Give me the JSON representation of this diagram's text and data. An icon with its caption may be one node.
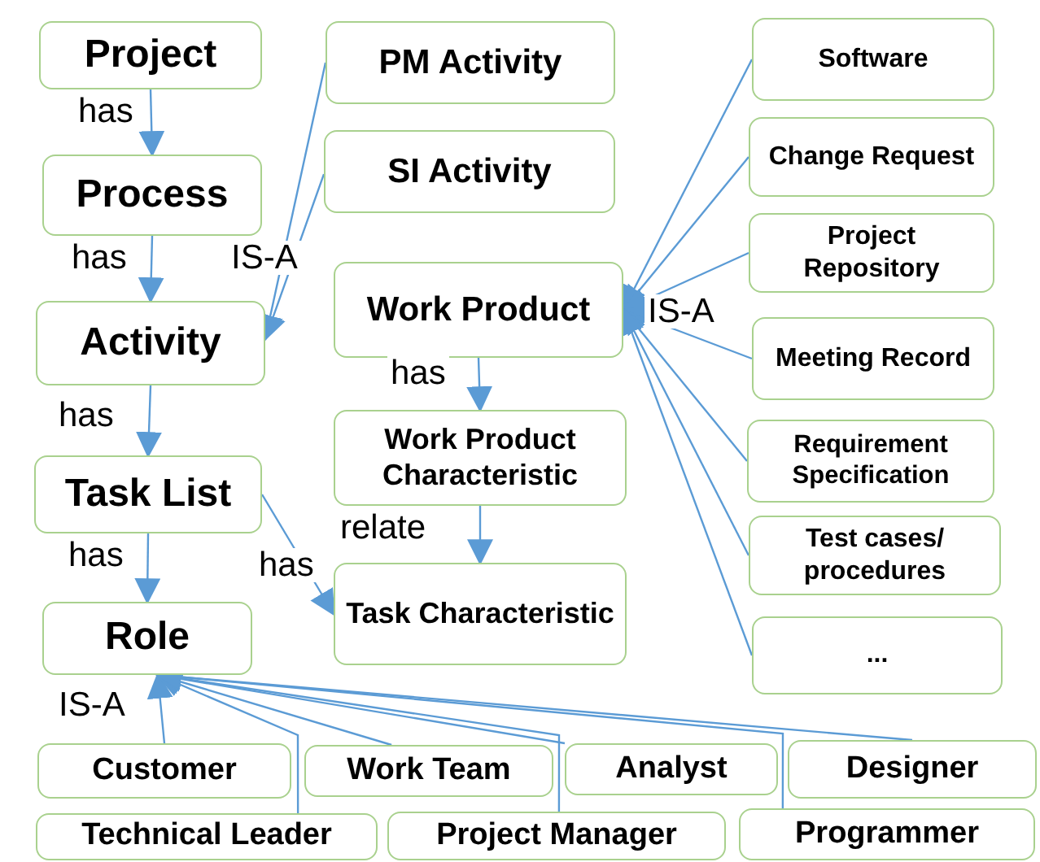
{
  "diagram": {
    "nodes": [
      {
        "text": [
          "Project"
        ]
      },
      {
        "text": [
          "Process"
        ]
      },
      {
        "text": [
          "Activity"
        ]
      },
      {
        "text": [
          "Task List"
        ]
      },
      {
        "text": [
          "Role"
        ]
      },
      {
        "text": [
          "PM Activity"
        ]
      },
      {
        "text": [
          "SI Activity"
        ]
      },
      {
        "text": [
          "Work Product"
        ]
      },
      {
        "text": [
          "Work Product Characteristic"
        ]
      },
      {
        "text": [
          "Task Characteristic"
        ]
      },
      {
        "text": [
          "Software"
        ]
      },
      {
        "text": [
          "Change Request"
        ]
      },
      {
        "text": [
          "Project Repository"
        ]
      },
      {
        "text": [
          "Meeting Record"
        ]
      },
      {
        "text": [
          "Requirement Specification"
        ]
      },
      {
        "text": [
          "Test cases/ procedures"
        ]
      },
      {
        "text": [
          "..."
        ]
      },
      {
        "text": [
          "Customer"
        ]
      },
      {
        "text": [
          "Work Team"
        ]
      },
      {
        "text": [
          "Analyst"
        ]
      },
      {
        "text": [
          "Designer"
        ]
      },
      {
        "text": [
          "Technical Leader"
        ]
      },
      {
        "text": [
          "Project Manager"
        ]
      },
      {
        "text": [
          "Programmer"
        ]
      }
    ],
    "edges": [
      {
        "from": 0,
        "to": 1,
        "arrow": "to",
        "label": "has"
      },
      {
        "from": 1,
        "to": 2,
        "arrow": "to",
        "label": "has"
      },
      {
        "from": 2,
        "to": 3,
        "arrow": "to",
        "label": "has"
      },
      {
        "from": 3,
        "to": 4,
        "arrow": "to",
        "label": "has"
      },
      {
        "from": 5,
        "to": 2,
        "arrow": "to",
        "label": "IS-A"
      },
      {
        "from": 6,
        "to": 2,
        "arrow": "to"
      },
      {
        "from": 7,
        "to": 8,
        "arrow": "to",
        "label": "has"
      },
      {
        "from": 8,
        "to": 9,
        "arrow": "to",
        "label": "relate"
      },
      {
        "from": 3,
        "to": 9,
        "arrow": "to",
        "label": "has"
      },
      {
        "from": 10,
        "to": 7,
        "arrow": "to",
        "label": "IS-A"
      },
      {
        "from": 11,
        "to": 7,
        "arrow": "to"
      },
      {
        "from": 12,
        "to": 7,
        "arrow": "to"
      },
      {
        "from": 13,
        "to": 7,
        "arrow": "to"
      },
      {
        "from": 14,
        "to": 7,
        "arrow": "to"
      },
      {
        "from": 15,
        "to": 7,
        "arrow": "to"
      },
      {
        "from": 16,
        "to": 7,
        "arrow": "to"
      },
      {
        "from": 17,
        "to": 4,
        "arrow": "to",
        "label": "IS-A"
      },
      {
        "from": 18,
        "to": 4,
        "arrow": "to"
      },
      {
        "from": 19,
        "to": 4,
        "arrow": "to"
      },
      {
        "from": 20,
        "to": 4,
        "arrow": "to"
      },
      {
        "from": 21,
        "to": 4,
        "arrow": "to"
      },
      {
        "from": 22,
        "to": 4,
        "arrow": "to"
      },
      {
        "from": 23,
        "to": 4,
        "arrow": "to"
      }
    ]
  }
}
